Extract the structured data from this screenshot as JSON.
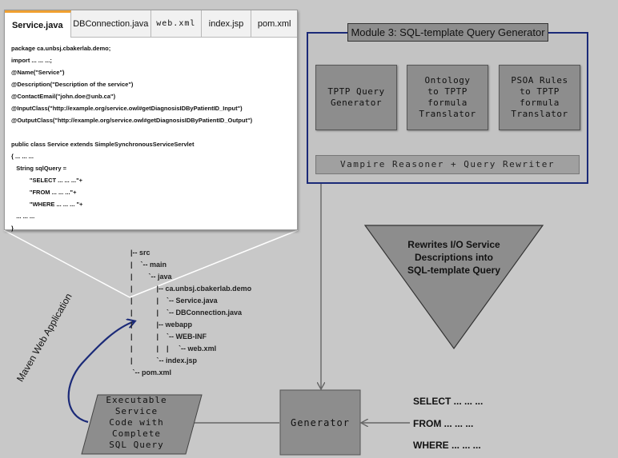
{
  "editor": {
    "tabs": [
      {
        "label": "Service.java",
        "active": true
      },
      {
        "label": "DBConnection.java",
        "active": false
      },
      {
        "label": "web.xml",
        "active": false
      },
      {
        "label": "index.jsp",
        "active": false
      },
      {
        "label": "pom.xml",
        "active": false
      }
    ],
    "code_lines": [
      "package ca.unbsj.cbakerlab.demo;",
      "import ... ... ...;",
      "@Name(\"Service\")",
      "@Description(\"Description of the service\")",
      "@ContactEmail(\"john.doe@unb.ca\")",
      "@InputClass(\"http://example.org/service.owl#getDiagnosisIDByPatientID_Input\")",
      "@OutputClass(\"http://example.org/service.owl#getDiagnosisIDByPatientID_Output\")",
      "",
      "public class Service extends SimpleSynchronousServiceServlet",
      "{ ... ... ...",
      "   String sqlQuery =",
      "           \"SELECT ... ... ...\"+",
      "           \"FROM ... ... ...\"+",
      "           \"WHERE ... ... ... \"+",
      "   ... ... ...",
      "}"
    ]
  },
  "module": {
    "title": "Module 3: SQL-template Query Generator",
    "boxes": [
      "TPTP Query\nGenerator",
      "Ontology\nto TPTP\nformula\nTranslator",
      "PSOA Rules\nto TPTP\nformula\nTranslator"
    ],
    "reasoner": "Vampire Reasoner + Query Rewriter"
  },
  "triangle_text": "Rewrites I/O Service\nDescriptions into\nSQL-template Query",
  "tree_lines": [
    "|-- src",
    "|    `-- main",
    "|        `-- java",
    "|            |-- ca.unbsj.cbakerlab.demo",
    "|            |    `-- Service.java",
    "|            |    `-- DBConnection.java",
    "|            |-- webapp",
    "|            |    `-- WEB-INF",
    "|            |    |     `-- web.xml",
    "|            `-- index.jsp",
    " `-- pom.xml"
  ],
  "generator_label": "Generator",
  "executable_label": "Executable\nService\nCode with\nComplete\nSQL Query",
  "maven_label": "Maven Web Application",
  "sql_lines": [
    "SELECT ... ... ...",
    "FROM ... ... ...",
    "WHERE ... ... ..."
  ],
  "colors": {
    "module_border": "#1b2a78",
    "maven_arrow": "#1b2a78",
    "box_fill": "#8d8d8d",
    "tab_accent": "#f0a030"
  }
}
